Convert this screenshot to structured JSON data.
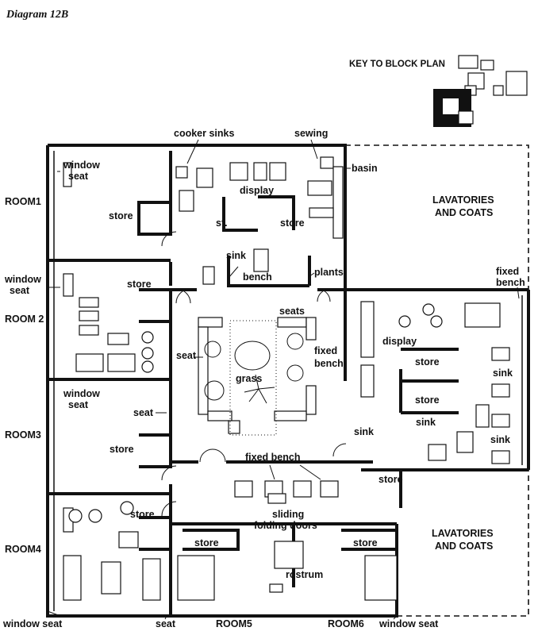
{
  "title": "Diagram 12B",
  "key_label": "KEY TO BLOCK PLAN",
  "rooms": {
    "room1": "ROOM1",
    "room2": "ROOM 2",
    "room3": "ROOM3",
    "room4": "ROOM4",
    "room5": "ROOM5",
    "room6": "ROOM6"
  },
  "labels": {
    "cooker_sinks": "cooker sinks",
    "sewing": "sewing",
    "basin": "basin",
    "window_seat_1a": "window",
    "window_seat_1b": "seat",
    "lavatories_top_1": "LAVATORIES",
    "lavatories_top_2": "AND COATS",
    "display_top": "display",
    "store_r1": "store",
    "st": "st.",
    "store_center": "store",
    "sink_top": "sink",
    "bench": "bench",
    "plants": "plants",
    "window_seat_2a": "window",
    "window_seat_2b": "seat",
    "store_r2": "store",
    "fixed_bench_right_1": "fixed",
    "fixed_bench_right_2": "bench",
    "seats": "seats",
    "display_right": "display",
    "fixed_bench_mid_1": "fixed",
    "fixed_bench_mid_2": "bench",
    "seat_left": "seat",
    "grass": "grass",
    "store_r_a": "store",
    "sink_r1": "sink",
    "store_r_b": "store",
    "sink_r2": "sink",
    "sink_r3": "sink",
    "sink_center": "sink",
    "window_seat_3a": "window",
    "window_seat_3b": "seat",
    "seat_r3": "seat",
    "store_r3": "store",
    "fixed_bench_bottom": "fixed bench",
    "store_bottom_right": "store",
    "sliding_1": "sliding",
    "sliding_2": "folding doors",
    "store_r4": "store",
    "lavatories_bot_1": "LAVATORIES",
    "lavatories_bot_2": "AND COATS",
    "store_r5": "store",
    "store_r6": "store",
    "rostrum": "rostrum",
    "window_seat_bottom_left": "window seat",
    "seat_bottom": "seat",
    "window_seat_bottom_right": "window seat"
  }
}
